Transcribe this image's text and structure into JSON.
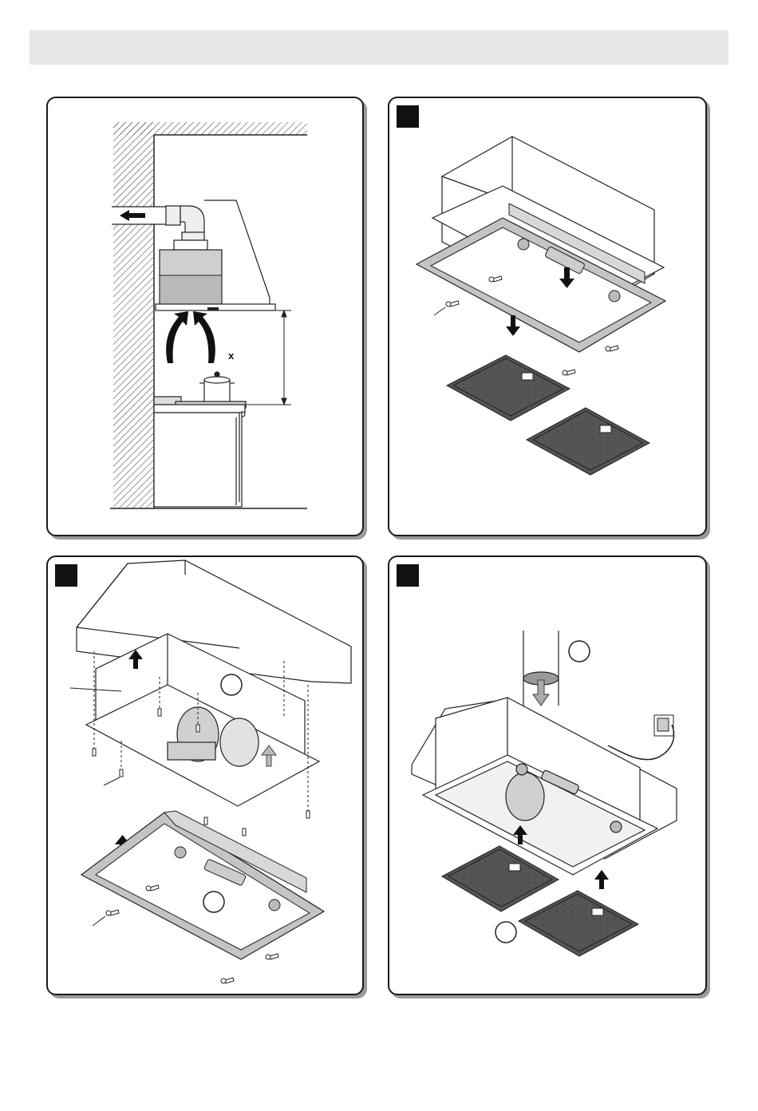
{
  "page": {
    "header_band_color": "#e6e6e6",
    "panel_border_color": "#1a1a1a",
    "panel_shadow_color": "#9a9a9a"
  },
  "panels": [
    {
      "id": "installation-diagram",
      "label": "",
      "icons": [
        "wall-icon",
        "duct-elbow-icon",
        "hood-icon",
        "airflow-arrow-icon",
        "cooktop-icon",
        "pot-icon",
        "distance-dimension-icon"
      ]
    },
    {
      "id": "step-remove-filters",
      "label": "",
      "icons": [
        "hood-body-icon",
        "frame-icon",
        "screw-icon",
        "grease-filter-icon",
        "down-arrow-icon"
      ]
    },
    {
      "id": "step-mount-body",
      "label": "",
      "icons": [
        "cabinet-icon",
        "hood-body-icon",
        "frame-icon",
        "screw-icon",
        "up-arrow-icon",
        "callout-circle-icon"
      ]
    },
    {
      "id": "step-connect-and-refit",
      "label": "",
      "icons": [
        "duct-icon",
        "hood-icon",
        "power-socket-icon",
        "grease-filter-icon",
        "up-arrow-icon",
        "callout-circle-icon"
      ]
    }
  ],
  "callouts": {
    "panel1_dimension_symbol": "x"
  }
}
